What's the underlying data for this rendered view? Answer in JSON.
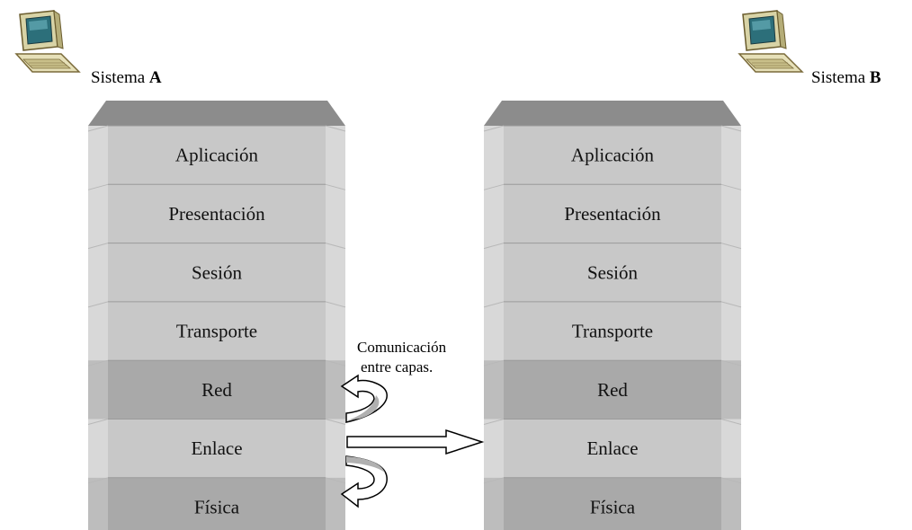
{
  "system_a": {
    "prefix": "Sistema ",
    "letter": "A"
  },
  "system_b": {
    "prefix": "Sistema ",
    "letter": "B"
  },
  "layers": [
    "Aplicación",
    "Presentación",
    "Sesión",
    "Transporte",
    "Red",
    "Enlace",
    "Física"
  ],
  "annotation": {
    "line1": "Comunicación",
    "line2": "entre capas."
  },
  "colors": {
    "layer_light": "#c8c8c8",
    "layer_dark": "#a9a9a9",
    "top_face": "#8c8c8c",
    "side_face": "#dedede"
  },
  "icons": [
    "computer-icon",
    "computer-icon"
  ]
}
